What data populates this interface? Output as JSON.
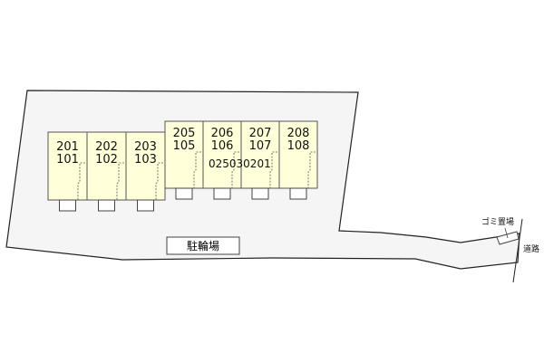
{
  "units": [
    {
      "upper": "201",
      "lower": "101"
    },
    {
      "upper": "202",
      "lower": "102"
    },
    {
      "upper": "203",
      "lower": "103"
    },
    {
      "upper": "205",
      "lower": "105"
    },
    {
      "upper": "206",
      "lower": "106"
    },
    {
      "upper": "207",
      "lower": "107"
    },
    {
      "upper": "208",
      "lower": "108"
    }
  ],
  "property_code": "025030201",
  "labels": {
    "bicycle_parking": "駐輪場",
    "garbage_area": "ゴミ置場",
    "road": "道路"
  },
  "colors": {
    "unit_fill": "#ffffd9",
    "lot_fill": "#f5f5f5"
  }
}
